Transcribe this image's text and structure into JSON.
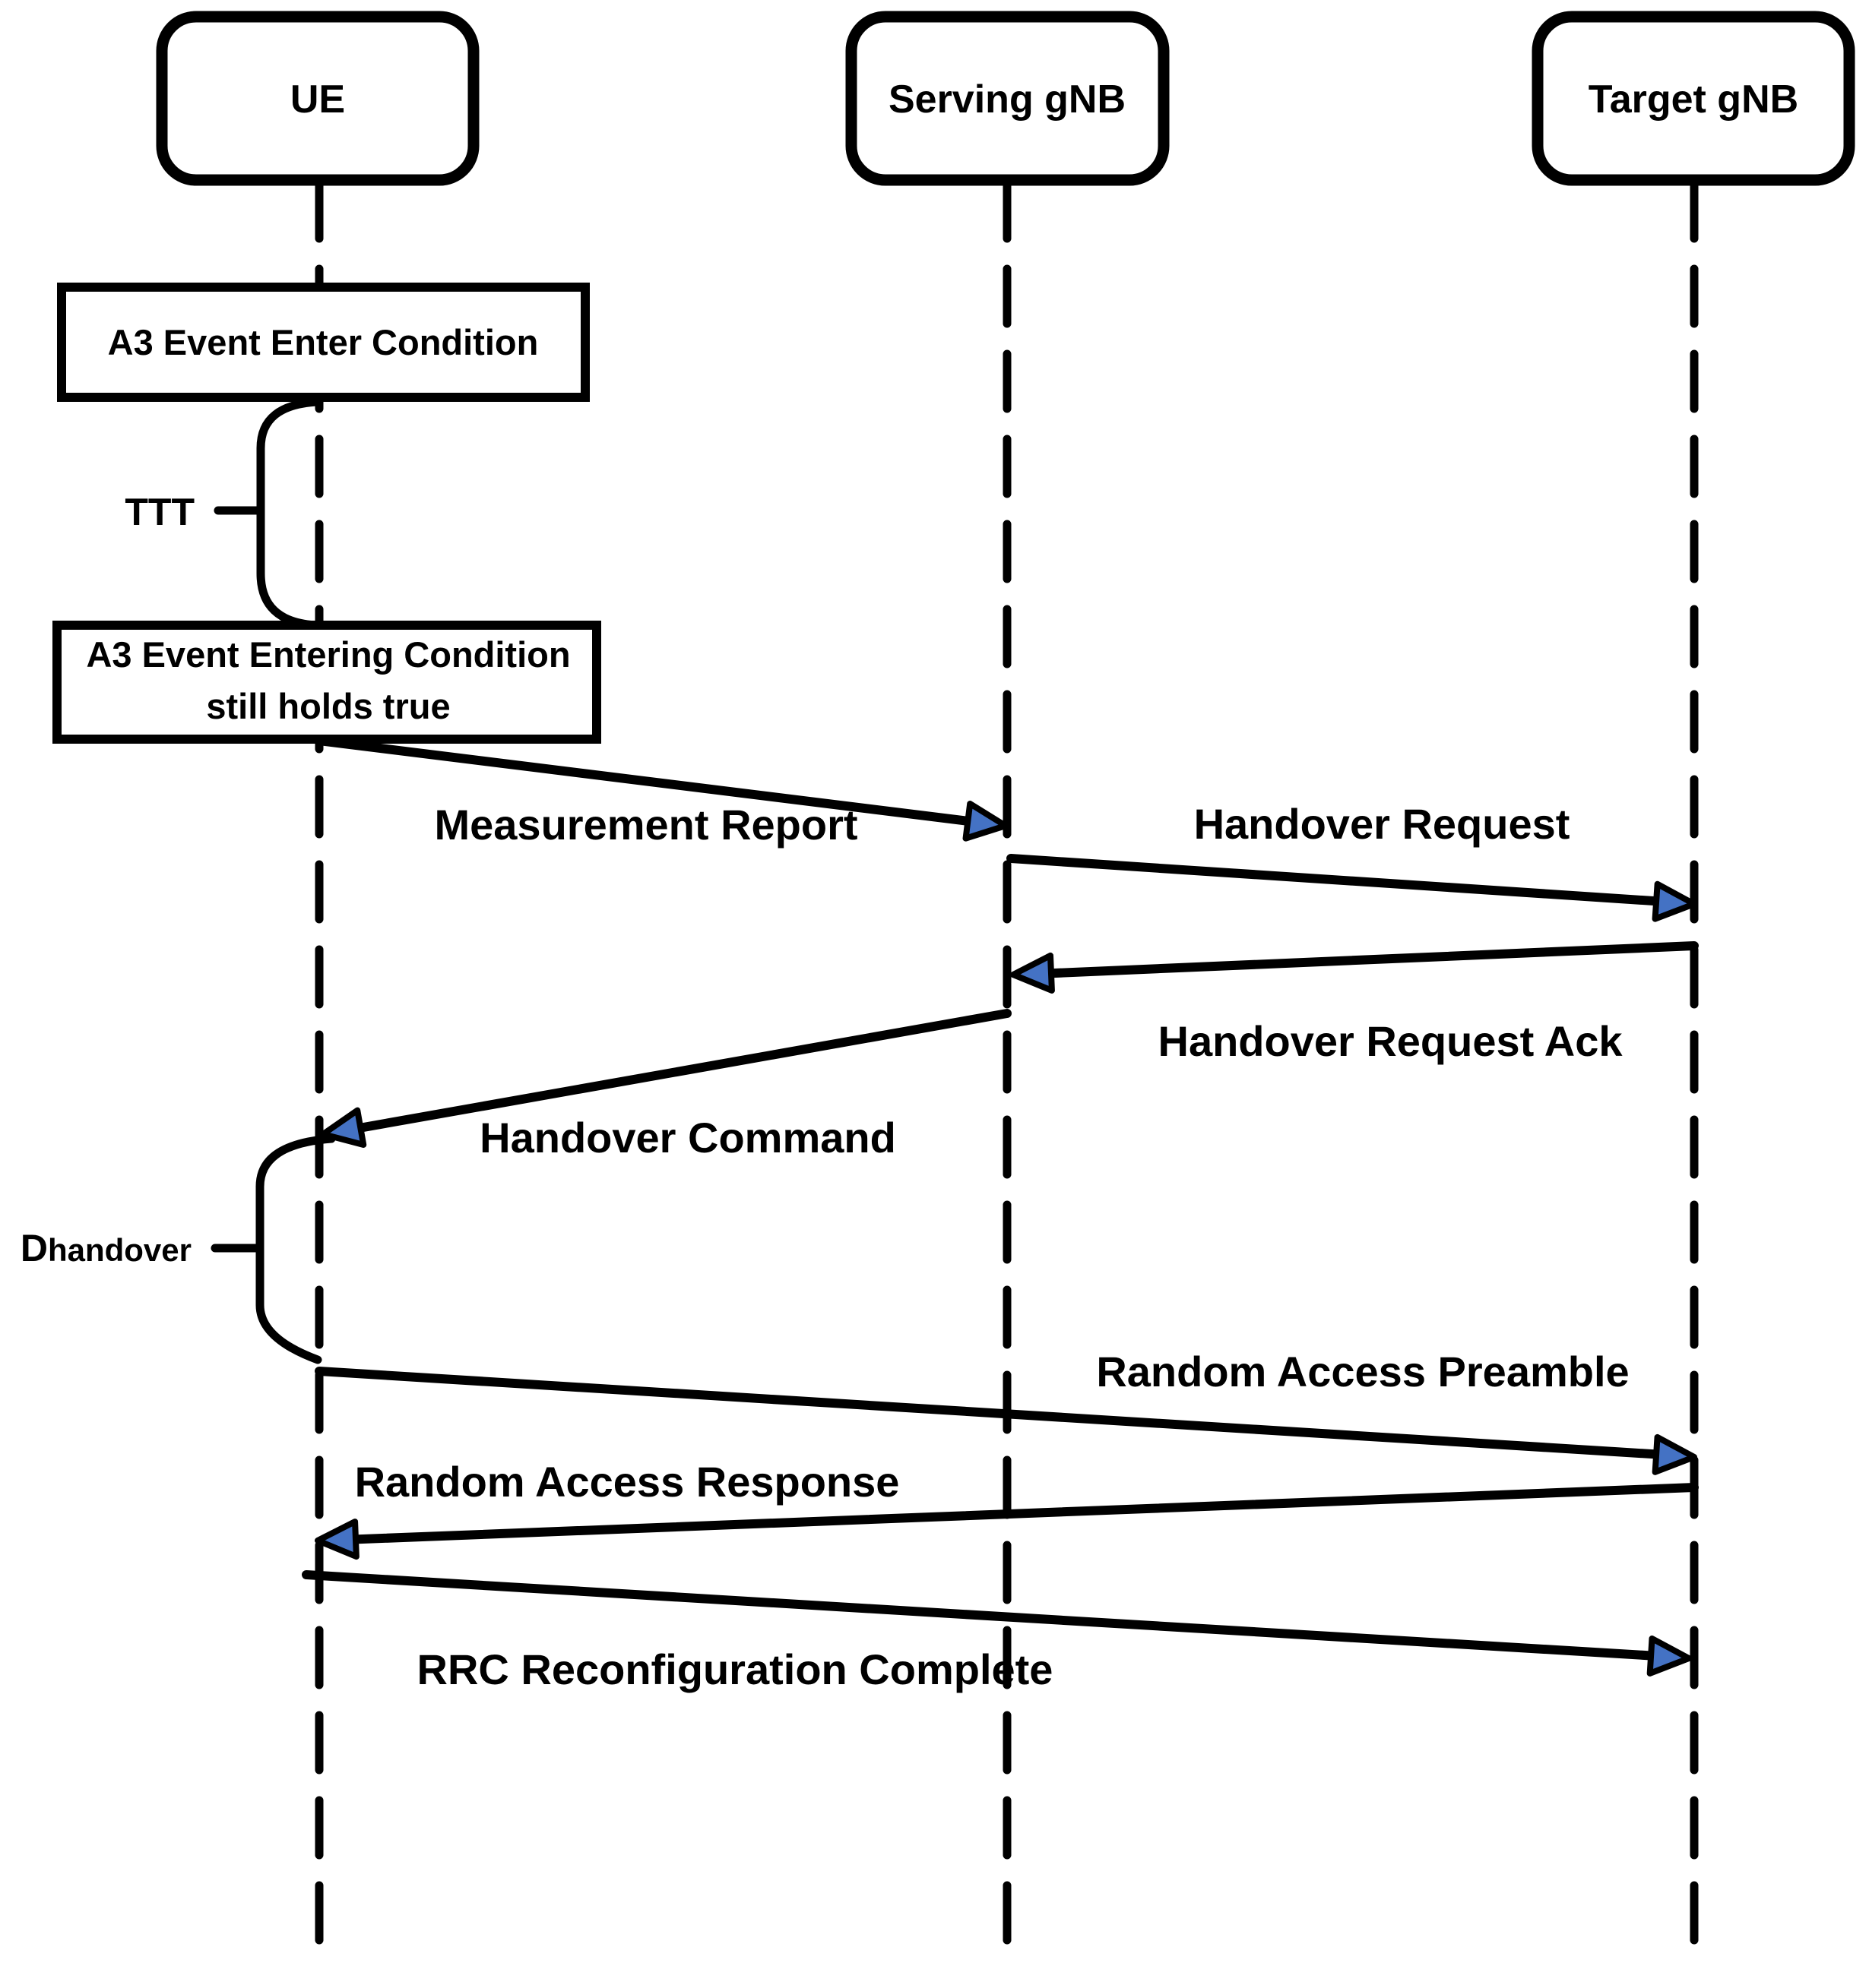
{
  "diagram": {
    "title": "5G A3-event handover sequence diagram",
    "colors": {
      "background": "#FFFFFF",
      "line": "#000000",
      "arrowhead_fill": "#4472C4"
    },
    "nodes": [
      {
        "label": "UE"
      },
      {
        "label": "Serving gNB"
      },
      {
        "label": "Target gNB"
      }
    ],
    "annotations": {
      "box1": "A3 Event Enter Condition",
      "box2_line1": "A3 Event Entering Condition",
      "box2_line2": "still holds true",
      "ttt": "TTT",
      "d_main": "D",
      "d_sub": "handover"
    },
    "messages": [
      {
        "label": "Measurement Report",
        "from": "UE",
        "to": "Serving gNB",
        "direction": "right"
      },
      {
        "label": "Handover Request",
        "from": "Serving gNB",
        "to": "Target gNB",
        "direction": "right"
      },
      {
        "label": "Handover Request Ack",
        "from": "Target gNB",
        "to": "Serving gNB",
        "direction": "left"
      },
      {
        "label": "Handover Command",
        "from": "Serving gNB",
        "to": "UE",
        "direction": "left"
      },
      {
        "label": "Random Access Preamble",
        "from": "UE",
        "to": "Target gNB",
        "direction": "right"
      },
      {
        "label": "Random Access Response",
        "from": "Target gNB",
        "to": "UE",
        "direction": "left"
      },
      {
        "label": "RRC Reconfiguration Complete",
        "from": "UE",
        "to": "Target gNB",
        "direction": "right"
      }
    ]
  }
}
